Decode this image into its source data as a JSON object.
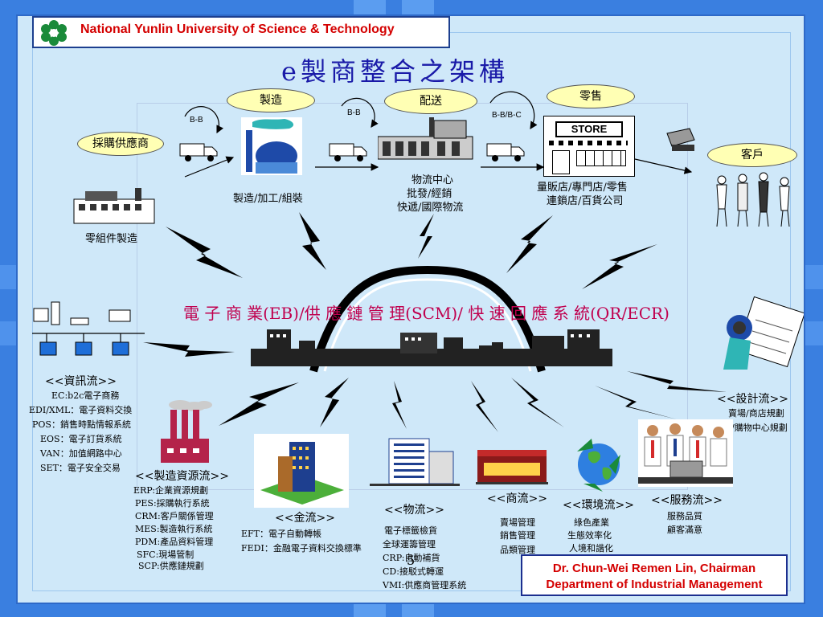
{
  "header": {
    "university": "National Yunlin University of Science & Technology"
  },
  "title": "e製商整合之架構",
  "ovals": {
    "manufacture": "製造",
    "distribution": "配送",
    "retail": "零售",
    "supplier": "採購供應商",
    "customer": "客戶"
  },
  "bb": {
    "b1": "B-B",
    "b2": "B-B",
    "b3": "B-B/B-C"
  },
  "nodes": {
    "parts": "零組件製造",
    "process": "製造/加工/組裝",
    "logistics_center": [
      "物流中心",
      "批發/經銷",
      "快遞/國際物流"
    ],
    "store": "STORE",
    "retail_types": [
      "量販店/專門店/零售",
      "連鎖店/百貨公司"
    ]
  },
  "center_text": "電 子 商 業(EB)/供 應 鏈 管 理(SCM)/ 快 速 回 應 系 統(QR/ECR)",
  "info_flow": {
    "title": "<<資訊流>>",
    "items": [
      "EC:b2c電子商務",
      "EDI/XML：電子資料交換",
      "POS：銷售時點情報系統",
      "EOS：電子訂貨系統",
      "VAN：加值網路中心",
      "SET：電子安全交易"
    ]
  },
  "design_flow": {
    "title": "<<設計流>>",
    "items": [
      "賣場/商店規劃",
      "商圈/購物中心規劃"
    ]
  },
  "mfg_flow": {
    "title": "<<製造資源流>>",
    "items": [
      "ERP:企業資源規劃",
      "PES:採購執行系統",
      "CRM:客戶關係管理",
      "MES:製造執行系統",
      "PDM:產品資料管理",
      "SFC:現場管制",
      "SCP:供應鏈規劃"
    ]
  },
  "money_flow": {
    "title": "<<金流>>",
    "items": [
      "EFT：電子自動轉帳",
      "FEDI：金融電子資料交換標準"
    ]
  },
  "goods_flow": {
    "title": "<<物流>>",
    "items": [
      "電子標籤檢貨",
      "全球運籌管理",
      "CRP:自動補貨",
      "CD:接駁式轉運",
      "VMI:供應商管理系統"
    ]
  },
  "page_number": "5",
  "commerce_flow": {
    "title": "<<商流>>",
    "items": [
      "賣場管理",
      "銷售管理",
      "品類管理"
    ]
  },
  "env_flow": {
    "title": "<<環境流>>",
    "items": [
      "綠色產業",
      "生態效率化",
      "人境和諧化"
    ]
  },
  "service_flow": {
    "title": "<<服務流>>",
    "items": [
      "服務品質",
      "顧客滿意"
    ]
  },
  "footer": {
    "line1": "Dr. Chun-Wei Remen Lin, Chairman",
    "line2": "Department of Industrial Management"
  },
  "colors": {
    "title": "#1a1aa8",
    "header": "#d40000",
    "center": "#c0004e",
    "oval": "#ffffb4",
    "background": "#cfe8f9"
  }
}
